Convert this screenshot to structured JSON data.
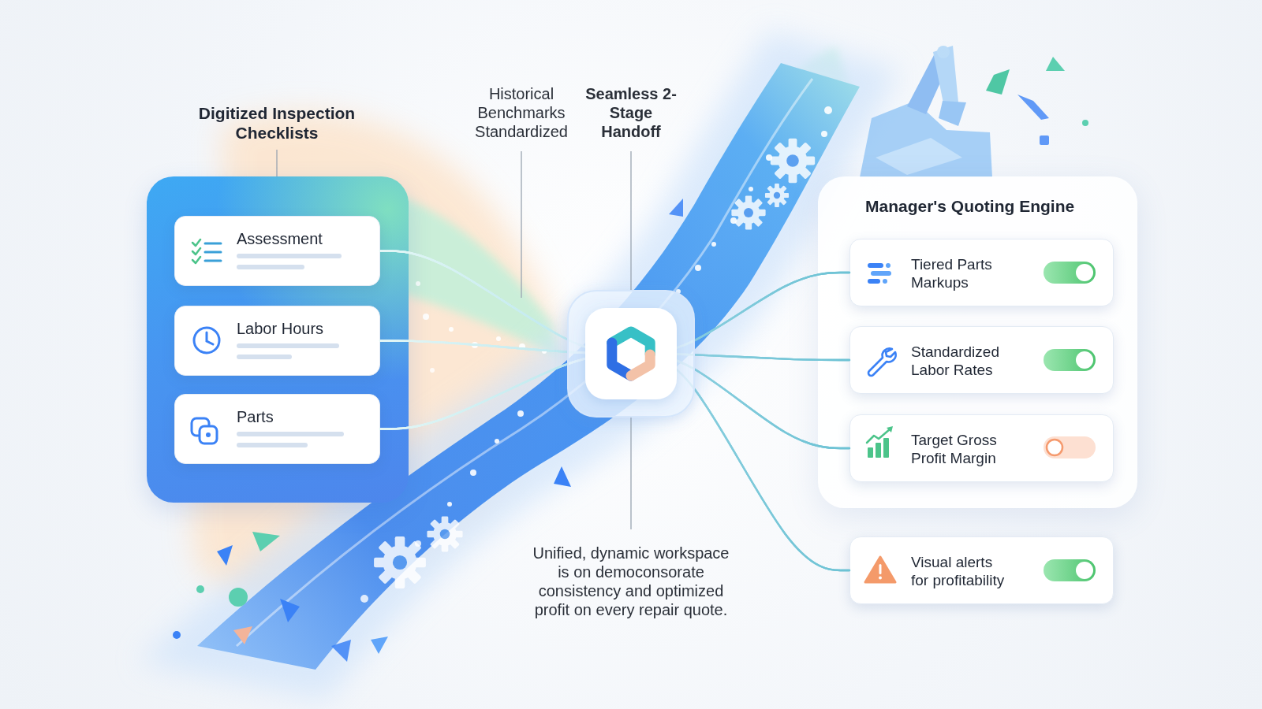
{
  "diagram": {
    "nodes": [
      {
        "text": [
          "Digitized Inspection Checklists"
        ]
      },
      {
        "text": [
          "Assessment"
        ],
        "in": 0
      },
      {
        "text": [
          "Labor Hours"
        ],
        "in": 0
      },
      {
        "text": [
          "Parts"
        ],
        "in": 0
      },
      {
        "text": [
          "Manager's Quoting Engine"
        ]
      },
      {
        "text": [
          "Tiered Parts Markups"
        ],
        "in": 4
      },
      {
        "text": [
          "Standardized Labor Rates"
        ],
        "in": 4
      },
      {
        "text": [
          "Target Gross Profit Margin"
        ],
        "in": 4
      },
      {
        "text": [
          "Visual alerts for profitability"
        ]
      }
    ],
    "edges": [
      {
        "from": 1,
        "to": 5,
        "arrow": "none"
      },
      {
        "from": 1,
        "to": 6,
        "arrow": "none"
      },
      {
        "from": 1,
        "to": 7,
        "arrow": "none"
      },
      {
        "from": 1,
        "to": 8,
        "arrow": "none"
      },
      {
        "from": 2,
        "to": 5,
        "arrow": "none"
      },
      {
        "from": 2,
        "to": 6,
        "arrow": "none"
      },
      {
        "from": 2,
        "to": 7,
        "arrow": "none"
      },
      {
        "from": 2,
        "to": 8,
        "arrow": "none"
      },
      {
        "from": 3,
        "to": 5,
        "arrow": "none"
      },
      {
        "from": 3,
        "to": 6,
        "arrow": "none"
      },
      {
        "from": 3,
        "to": 7,
        "arrow": "none"
      },
      {
        "from": 3,
        "to": 8,
        "arrow": "none"
      }
    ],
    "labels": [
      "Historical Benchmarks Standardized",
      "Seamless 2-Stage Handoff",
      "Unified, dynamic workspace is on democonsorate consistency and optimized profit on every repair quote."
    ]
  }
}
